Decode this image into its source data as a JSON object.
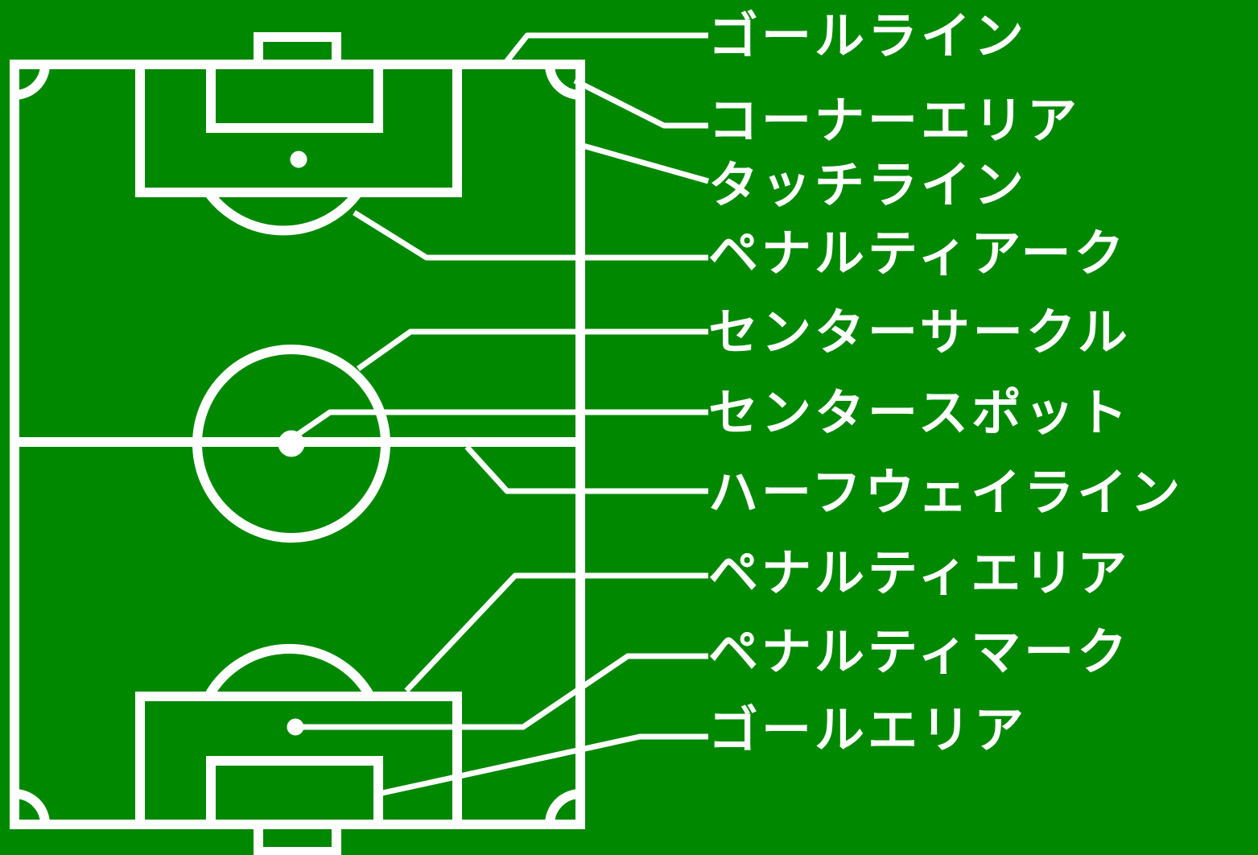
{
  "colors": {
    "pitch": "#008800",
    "lines": "#ffffff"
  },
  "labels": {
    "goal_line": "ゴールライン",
    "corner_area": "コーナーエリア",
    "touch_line": "タッチライン",
    "penalty_arc": "ペナルティアーク",
    "center_circle": "センターサークル",
    "center_spot": "センタースポット",
    "halfway_line": "ハーフウェイライン",
    "penalty_area": "ペナルティエリア",
    "penalty_mark": "ペナルティマーク",
    "goal_area": "ゴールエリア"
  }
}
